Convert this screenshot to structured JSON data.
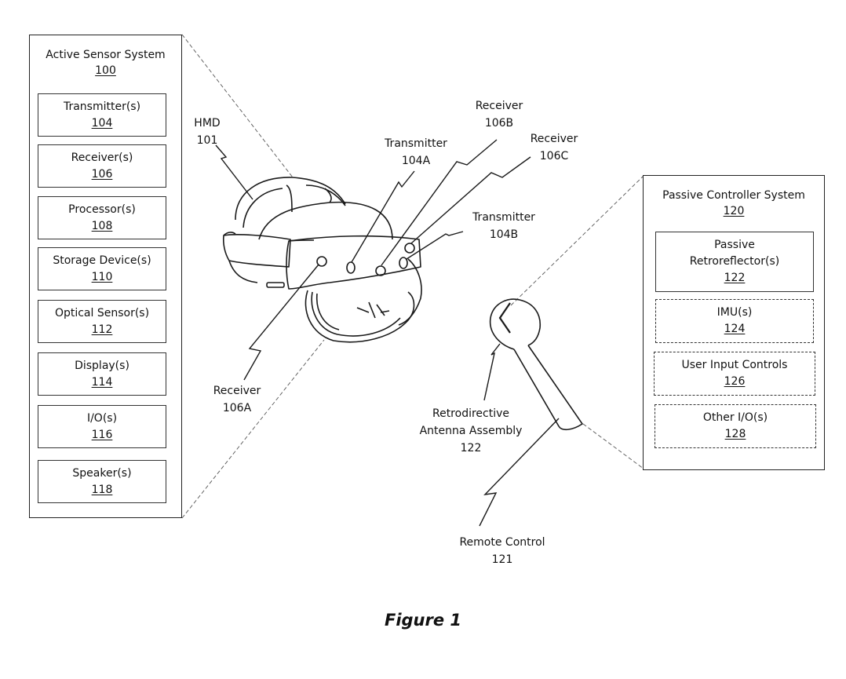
{
  "active_sensor_system": {
    "title": "Active Sensor System",
    "ref": "100",
    "components": [
      {
        "label": "Transmitter(s)",
        "ref": "104"
      },
      {
        "label": "Receiver(s)",
        "ref": "106"
      },
      {
        "label": "Processor(s)",
        "ref": "108"
      },
      {
        "label": "Storage Device(s)",
        "ref": "110"
      },
      {
        "label": "Optical Sensor(s)",
        "ref": "112"
      },
      {
        "label": "Display(s)",
        "ref": "114"
      },
      {
        "label": "I/O(s)",
        "ref": "116"
      },
      {
        "label": "Speaker(s)",
        "ref": "118"
      }
    ]
  },
  "passive_controller_system": {
    "title": "Passive Controller System",
    "ref": "120",
    "components": [
      {
        "label_line1": "Passive",
        "label_line2": "Retroreflector(s)",
        "ref": "122",
        "style": "solid"
      },
      {
        "label": "IMU(s)",
        "ref": "124",
        "style": "dashed"
      },
      {
        "label": "User Input Controls",
        "ref": "126",
        "style": "dashed"
      },
      {
        "label": "Other I/O(s)",
        "ref": "128",
        "style": "dashed"
      }
    ]
  },
  "callouts": {
    "hmd": {
      "name": "HMD",
      "ref": "101"
    },
    "transmitter_a": {
      "name": "Transmitter",
      "ref": "104A"
    },
    "receiver_b": {
      "name": "Receiver",
      "ref": "106B"
    },
    "receiver_c": {
      "name": "Receiver",
      "ref": "106C"
    },
    "transmitter_b": {
      "name": "Transmitter",
      "ref": "104B"
    },
    "receiver_a": {
      "name": "Receiver",
      "ref": "106A"
    },
    "antenna": {
      "line1": "Retrodirective",
      "line2": "Antenna Assembly",
      "ref": "122"
    },
    "remote": {
      "name": "Remote Control",
      "ref": "121"
    }
  },
  "caption": "Figure 1"
}
